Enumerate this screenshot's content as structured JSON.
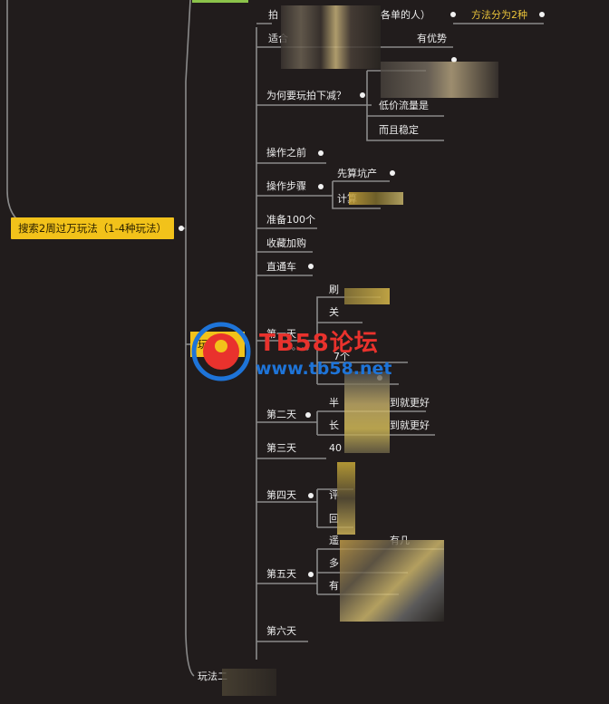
{
  "root": {
    "label": "搜索2周过万玩法（1-4种玩法）"
  },
  "branch_one": {
    "label": "玩法(一)"
  },
  "branch_two": {
    "label": "玩法二"
  },
  "nodes": {
    "n1a": "拍",
    "n1b": "各单的人）",
    "n1c": "方法分为2种",
    "n2a": "适合",
    "n2b": "有优势",
    "n3": "为何要玩拍下减？",
    "n3a": "低价流量是",
    "n3b": "而且稳定",
    "n4": "操作之前",
    "n5": "操作步骤",
    "n5a": "先算坑产",
    "n5b": "计算",
    "n6": "准备100个",
    "n7": "收藏加购",
    "n8": "直通车",
    "n9a": "刷",
    "n9b": "关",
    "n9": "第一天",
    "n9c": "7个",
    "n10": "第二天",
    "n10a": "半",
    "n10b": "到就更好",
    "n10c": "长",
    "n10d": "到就更好",
    "n11": "第三天",
    "n11a": "40",
    "n12": "第四天",
    "n12a": "评",
    "n12b": "回",
    "n13": "第五天",
    "n13a": "遥",
    "n13b": "有几",
    "n13c": "多",
    "n13d": "有",
    "n14": "第六天",
    "dots_text": "。。。。"
  },
  "watermark": {
    "brand": "TB58论坛",
    "url": "www.tb58.net"
  },
  "colors": {
    "background": "#211c1c",
    "node_fill": "#f2c21a",
    "line": "#8a8a8a",
    "text": "#ececec",
    "highlight_text": "#e8c23a",
    "watermark_red": "#e9322d",
    "watermark_blue": "#1e74d8"
  }
}
